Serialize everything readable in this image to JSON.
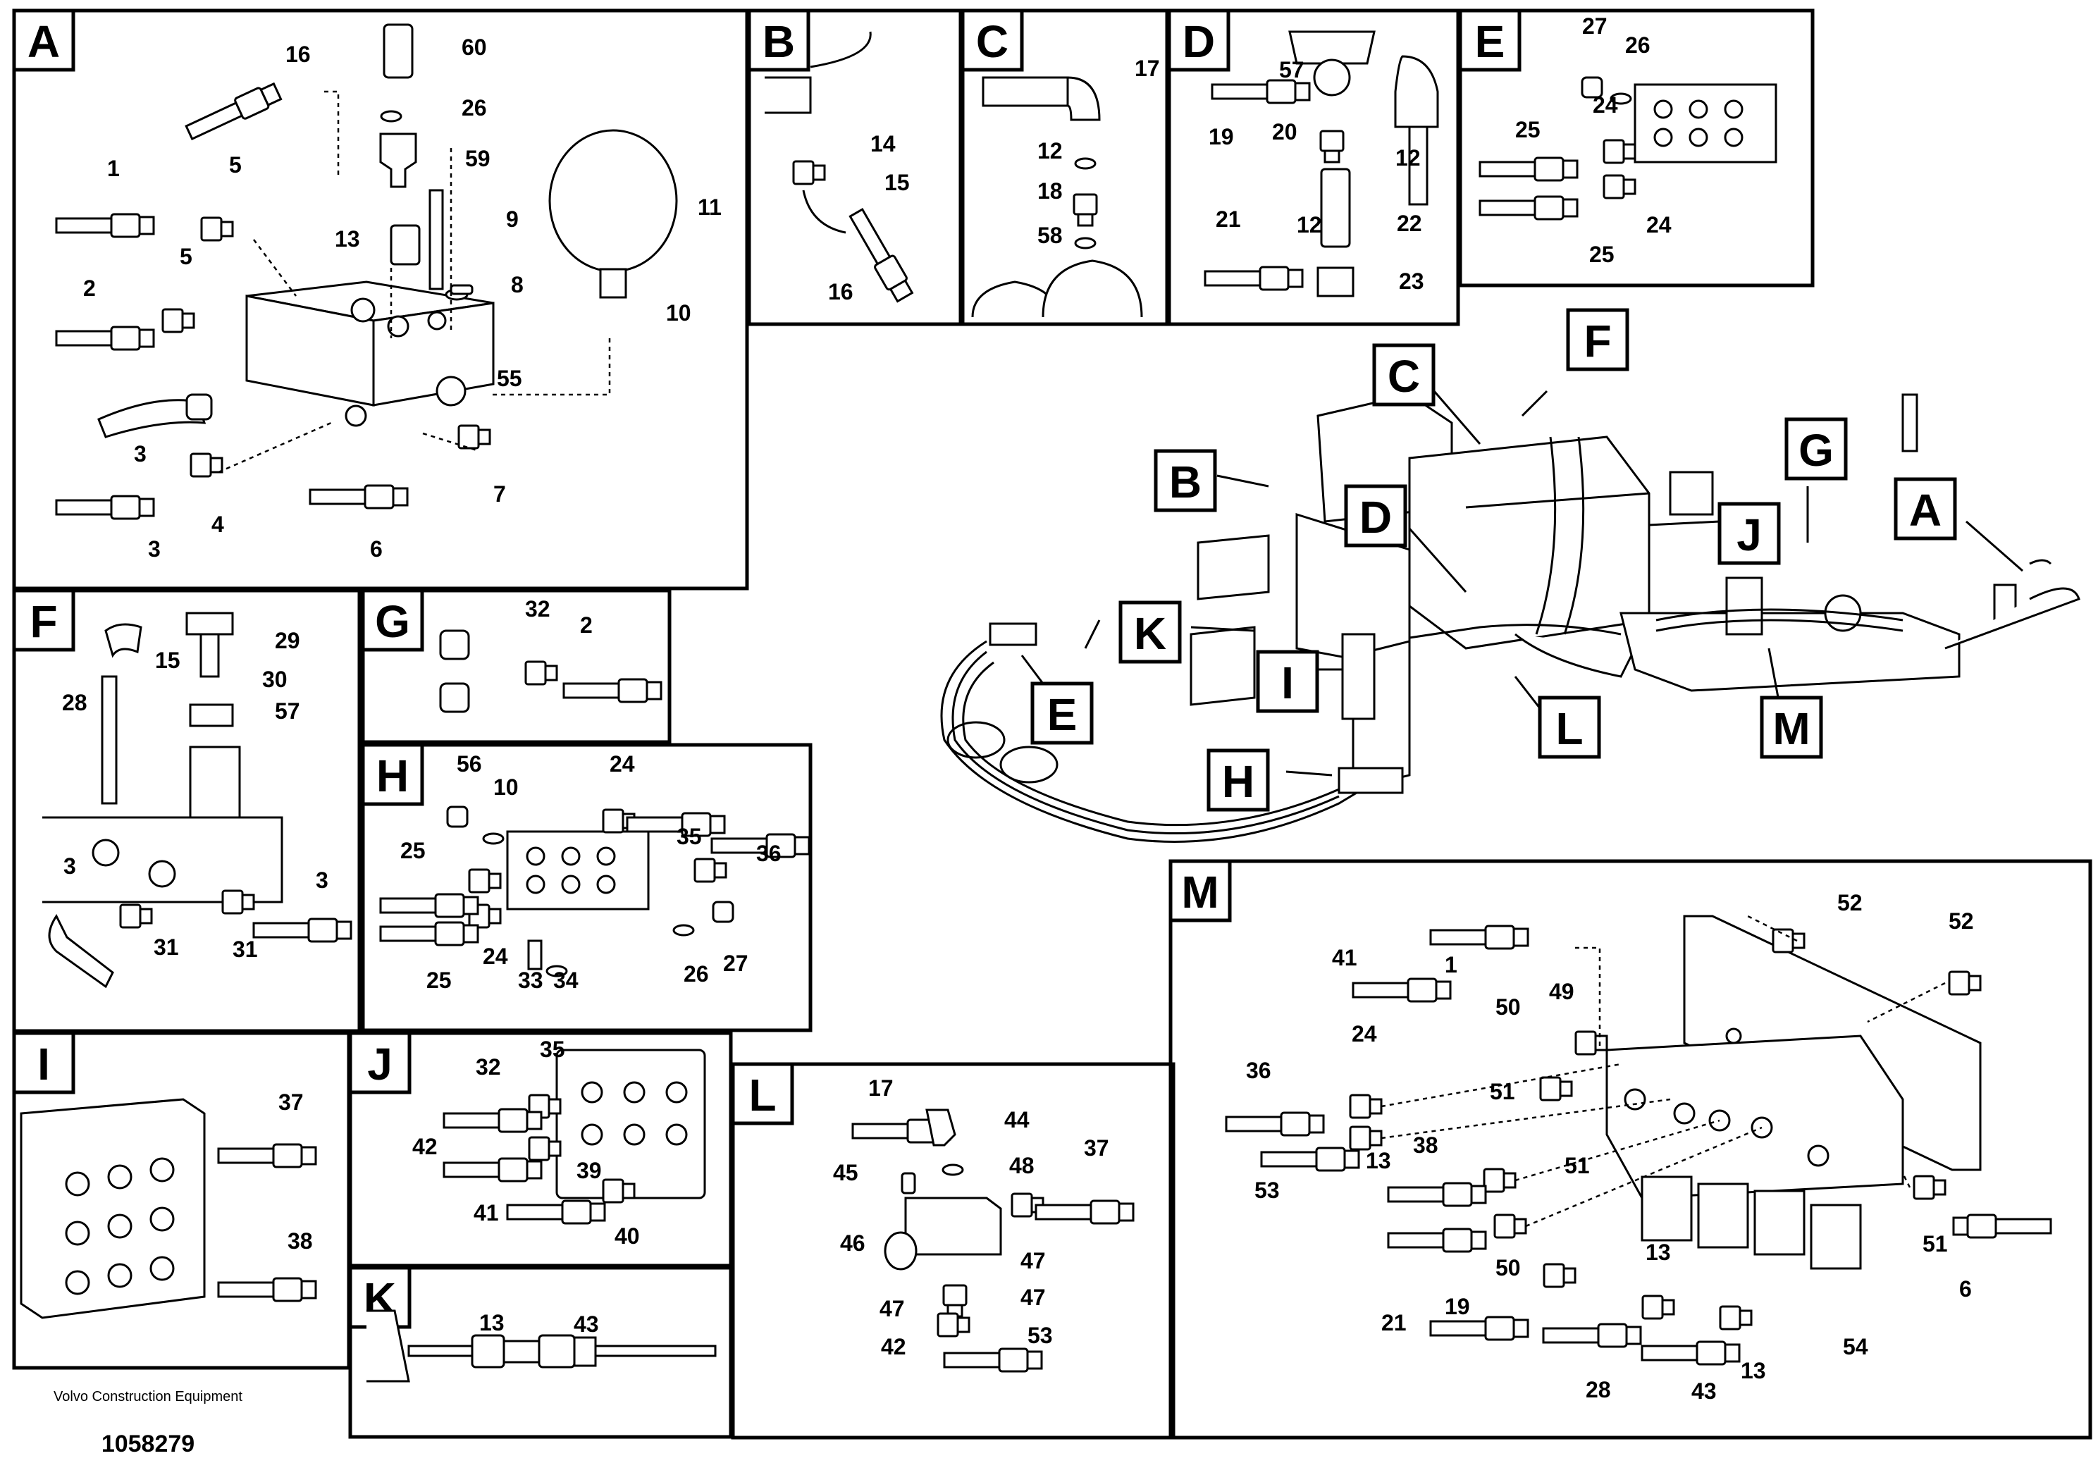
{
  "panels": [
    {
      "id": "A",
      "labels": [
        "16",
        "60",
        "26",
        "59",
        "1",
        "5",
        "13",
        "9",
        "11",
        "2",
        "5",
        "8",
        "10",
        "55",
        "3",
        "4",
        "7",
        "3",
        "6"
      ]
    },
    {
      "id": "B",
      "labels": [
        "14",
        "15",
        "16"
      ]
    },
    {
      "id": "C",
      "labels": [
        "17",
        "12",
        "18",
        "58"
      ]
    },
    {
      "id": "D",
      "labels": [
        "57",
        "19",
        "20",
        "12",
        "21",
        "12",
        "22",
        "23"
      ]
    },
    {
      "id": "E",
      "labels": [
        "27",
        "26",
        "24",
        "25",
        "24",
        "25"
      ]
    },
    {
      "id": "F",
      "labels": [
        "29",
        "15",
        "30",
        "28",
        "57",
        "3",
        "3",
        "31",
        "31"
      ]
    },
    {
      "id": "G",
      "labels": [
        "32",
        "2"
      ]
    },
    {
      "id": "H",
      "labels": [
        "56",
        "10",
        "24",
        "35",
        "25",
        "36",
        "24",
        "26",
        "27",
        "25",
        "33",
        "34"
      ]
    },
    {
      "id": "I",
      "labels": [
        "37",
        "38"
      ]
    },
    {
      "id": "J",
      "labels": [
        "32",
        "35",
        "42",
        "39",
        "41",
        "40"
      ]
    },
    {
      "id": "K",
      "labels": [
        "13",
        "43"
      ]
    },
    {
      "id": "L",
      "labels": [
        "17",
        "44",
        "48",
        "45",
        "37",
        "46",
        "47",
        "47",
        "47",
        "42",
        "53"
      ]
    },
    {
      "id": "M",
      "labels": [
        "52",
        "52",
        "41",
        "1",
        "49",
        "50",
        "24",
        "36",
        "13",
        "51",
        "38",
        "53",
        "51",
        "50",
        "19",
        "21",
        "13",
        "28",
        "43",
        "13",
        "54",
        "51",
        "6"
      ]
    }
  ],
  "overview_callouts": [
    "C",
    "F",
    "B",
    "D",
    "G",
    "A",
    "J",
    "K",
    "I",
    "E",
    "L",
    "M",
    "H"
  ],
  "footer": {
    "maker": "Volvo Construction Equipment",
    "doc_number": "1058279"
  },
  "colors": {
    "line": "#000000",
    "background": "#ffffff"
  }
}
